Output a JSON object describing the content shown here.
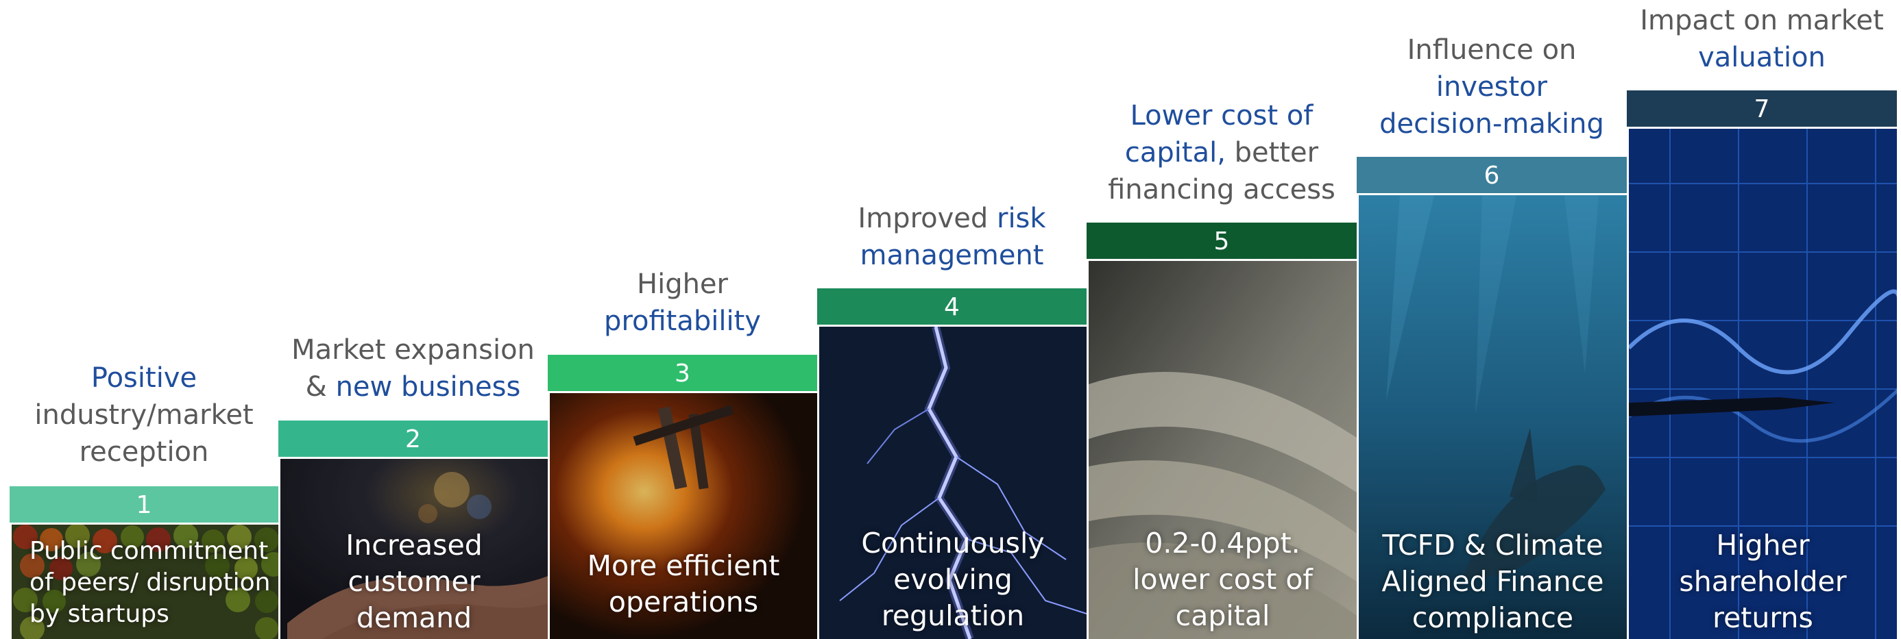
{
  "steps": [
    {
      "number": "1",
      "heading_lines": [
        {
          "parts": [
            {
              "text": "Positive",
              "hl": true
            }
          ]
        },
        {
          "parts": [
            {
              "text": "industry/market",
              "hl": false
            }
          ]
        },
        {
          "parts": [
            {
              "text": "reception",
              "hl": false
            }
          ]
        }
      ],
      "body": [
        "Public commitment",
        "of peers/ disruption",
        "by startups"
      ],
      "bar_color": "#5cc6a0",
      "image": "fruit-produce"
    },
    {
      "number": "2",
      "heading_lines": [
        {
          "parts": [
            {
              "text": "Market expansion",
              "hl": false
            }
          ]
        },
        {
          "parts": [
            {
              "text": "& ",
              "hl": false
            },
            {
              "text": "new business",
              "hl": true
            }
          ]
        }
      ],
      "body": [
        "Increased",
        "customer",
        "demand"
      ],
      "bar_color": "#35b58c",
      "image": "hands-light"
    },
    {
      "number": "3",
      "heading_lines": [
        {
          "parts": [
            {
              "text": "Higher",
              "hl": false
            }
          ]
        },
        {
          "parts": [
            {
              "text": "profitability",
              "hl": true
            }
          ]
        }
      ],
      "body": [
        "More efficient",
        "operations"
      ],
      "bar_color": "#2ebd6b",
      "image": "molten-metal"
    },
    {
      "number": "4",
      "heading_lines": [
        {
          "parts": [
            {
              "text": "Improved ",
              "hl": false
            },
            {
              "text": "risk",
              "hl": true
            }
          ]
        },
        {
          "parts": [
            {
              "text": "management",
              "hl": true
            }
          ]
        }
      ],
      "body": [
        "Continuously",
        "evolving",
        "regulation"
      ],
      "bar_color": "#1d8a5a",
      "image": "lightning"
    },
    {
      "number": "5",
      "heading_lines": [
        {
          "parts": [
            {
              "text": "Lower cost of",
              "hl": true
            }
          ]
        },
        {
          "parts": [
            {
              "text": "capital,",
              "hl": true
            },
            {
              "text": " better",
              "hl": false
            }
          ]
        },
        {
          "parts": [
            {
              "text": "financing access",
              "hl": false
            }
          ]
        }
      ],
      "body": [
        "0.2-0.4ppt.",
        "lower cost of",
        "capital"
      ],
      "bar_color": "#0d5a2f",
      "image": "dollar-bills"
    },
    {
      "number": "6",
      "heading_lines": [
        {
          "parts": [
            {
              "text": "Influence on",
              "hl": false
            }
          ]
        },
        {
          "parts": [
            {
              "text": "investor",
              "hl": true
            }
          ]
        },
        {
          "parts": [
            {
              "text": "decision-making",
              "hl": true
            }
          ]
        }
      ],
      "body": [
        "TCFD & Climate",
        "Aligned Finance",
        "compliance"
      ],
      "bar_color": "#3b7f9a",
      "image": "shark-underwater"
    },
    {
      "number": "7",
      "heading_lines": [
        {
          "parts": [
            {
              "text": "Impact on market",
              "hl": false
            }
          ]
        },
        {
          "parts": [
            {
              "text": "valuation",
              "hl": true
            }
          ]
        }
      ],
      "body": [
        "Higher",
        "shareholder",
        "returns"
      ],
      "bar_color": "#1d3d56",
      "image": "pen-financial-chart"
    }
  ]
}
